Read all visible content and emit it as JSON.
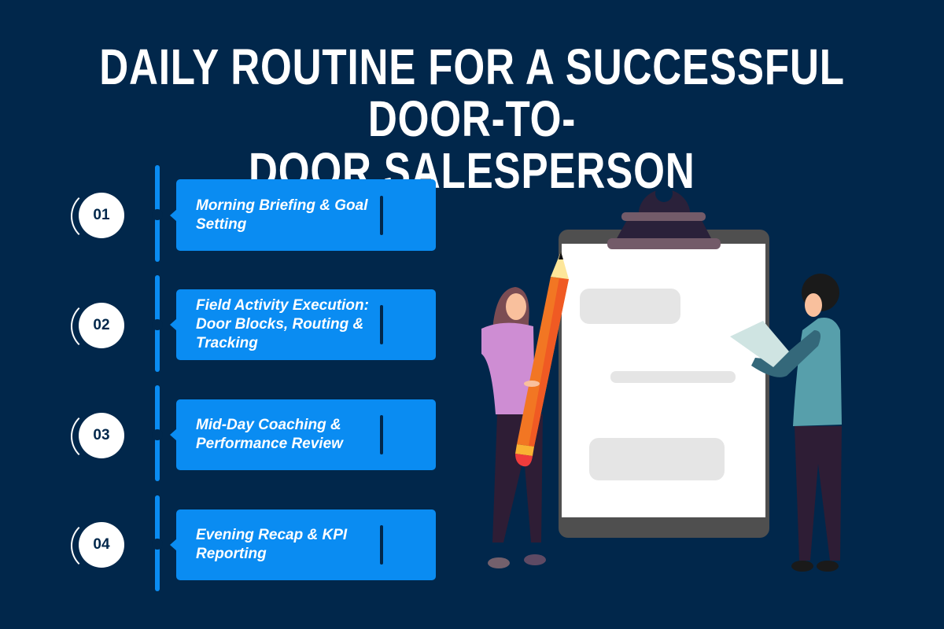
{
  "title": {
    "line1": "DAILY ROUTINE FOR A SUCCESSFUL DOOR-TO-",
    "line2": "DOOR SALESPERSON"
  },
  "steps": [
    {
      "number": "01",
      "label": "Morning Briefing & Goal Setting"
    },
    {
      "number": "02",
      "label": "Field Activity Execution: Door Blocks, Routing & Tracking"
    },
    {
      "number": "03",
      "label": "Mid-Day Coaching & Performance Review"
    },
    {
      "number": "04",
      "label": "Evening Recap & KPI Reporting"
    }
  ],
  "colors": {
    "background": "#01274b",
    "card": "#0a8cf2",
    "text": "#ffffff"
  }
}
